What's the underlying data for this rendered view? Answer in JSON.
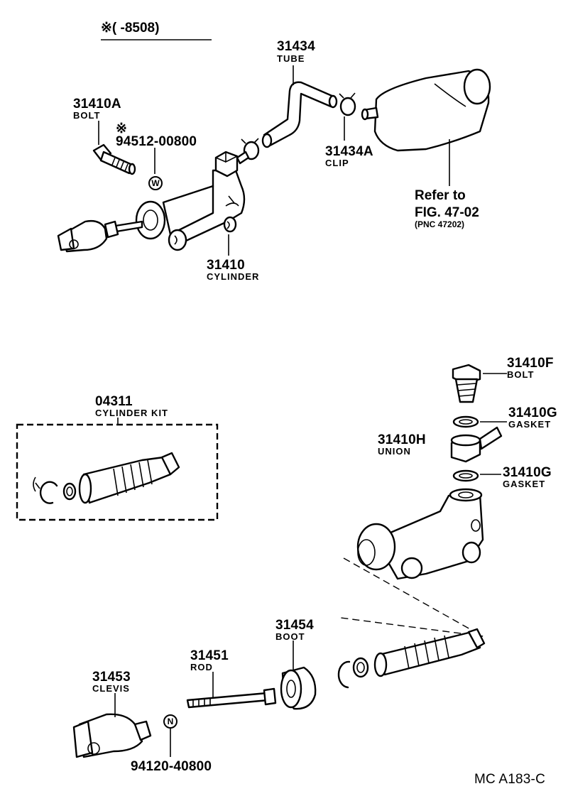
{
  "header": {
    "note": "※(      -8508)"
  },
  "callouts": {
    "tube": {
      "part_number": "31434",
      "name": "TUBE"
    },
    "bolt_a": {
      "part_number": "31410A",
      "name": "BOLT"
    },
    "washer_note": {
      "mark": "※",
      "part_number": "94512-00800",
      "symbol": "W"
    },
    "clip": {
      "part_number": "31434A",
      "name": "CLIP"
    },
    "refer": {
      "line1": "Refer to",
      "line2": "FIG. 47-02",
      "line3": "(PNC 47202)"
    },
    "cylinder": {
      "part_number": "31410",
      "name": "CYLINDER"
    },
    "cylinder_kit": {
      "part_number": "04311",
      "name": "CYLINDER KIT"
    },
    "bolt_f": {
      "part_number": "31410F",
      "name": "BOLT"
    },
    "gasket_top": {
      "part_number": "31410G",
      "name": "GASKET"
    },
    "union": {
      "part_number": "31410H",
      "name": "UNION"
    },
    "gasket_bottom": {
      "part_number": "31410G",
      "name": "GASKET"
    },
    "boot": {
      "part_number": "31454",
      "name": "BOOT"
    },
    "rod": {
      "part_number": "31451",
      "name": "ROD"
    },
    "clevis": {
      "part_number": "31453",
      "name": "CLEVIS"
    },
    "nut_ref": {
      "symbol": "N",
      "part_number": "94120-40800"
    }
  },
  "footer": {
    "figure_code": "MC  A183-C"
  }
}
